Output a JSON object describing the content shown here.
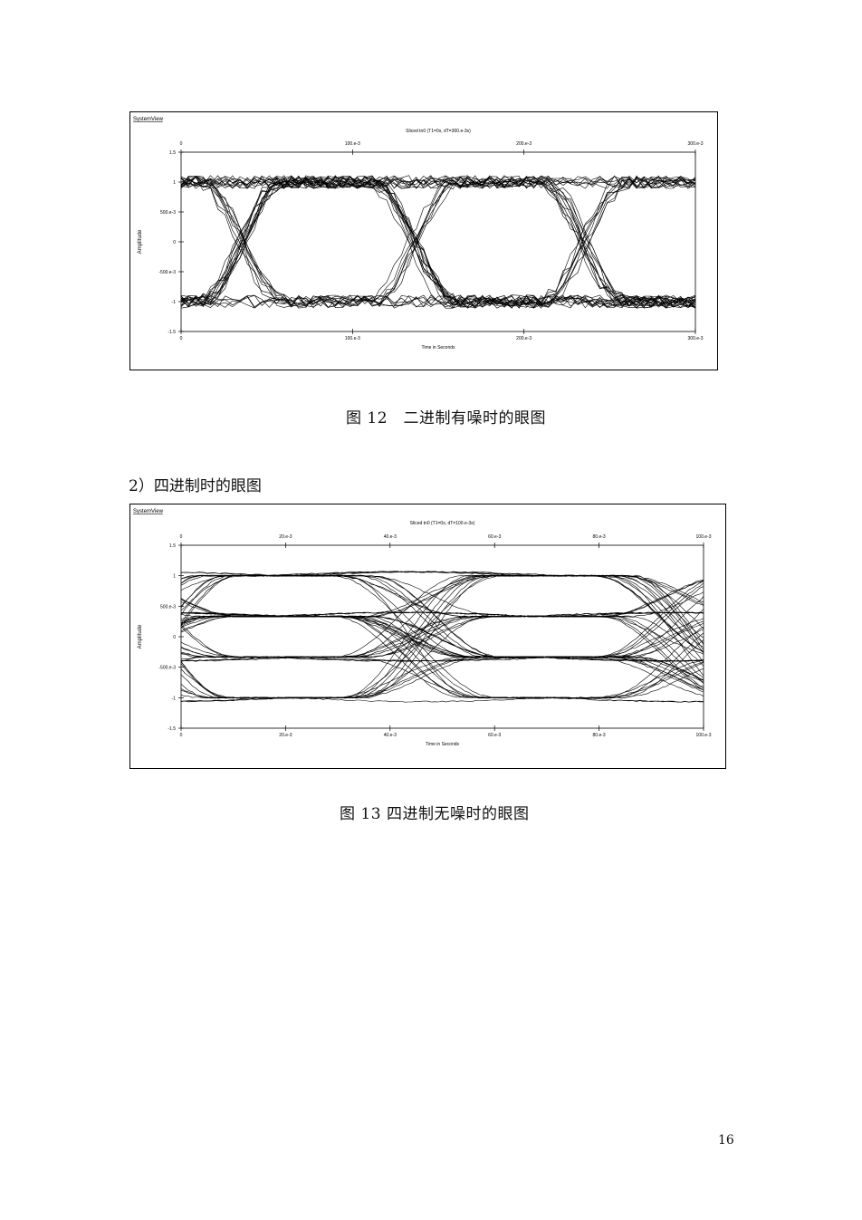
{
  "figures": [
    {
      "app_label": "SystemView",
      "chart_data": {
        "type": "line",
        "title": "Sliced tn0 (T1=0s, dT=300.e-3s)",
        "xlabel": "Time in Seconds",
        "ylabel": "Amplitude",
        "xlim": [
          0,
          0.3
        ],
        "ylim": [
          -1.5,
          1.5
        ],
        "x_ticks": [
          "0",
          "100.e-3",
          "200.e-3",
          "300.e-3"
        ],
        "y_ticks": [
          "1.5",
          "1",
          "500.e-3",
          "0",
          "-500.e-3",
          "-1",
          "-1.5"
        ],
        "eye": {
          "levels": [
            -1,
            1
          ],
          "symbol_period": 0.1,
          "first_crossing": 0.035,
          "noise": true,
          "traces": 36
        }
      },
      "caption": "图 12　二进制有噪时的眼图"
    },
    {
      "app_label": "SystemView",
      "chart_data": {
        "type": "line",
        "title": "Sliced tn0 (T1=0s, dT=100.e-3s)",
        "xlabel": "Time in Seconds",
        "ylabel": "Amplitude",
        "xlim": [
          0,
          0.1
        ],
        "ylim": [
          -1.5,
          1.5
        ],
        "x_ticks": [
          "0",
          "20.e-3",
          "40.e-3",
          "60.e-3",
          "80.e-3",
          "100.e-3"
        ],
        "y_ticks": [
          "1.5",
          "1",
          "500.e-3",
          "0",
          "-500.e-3",
          "-1",
          "-1.5"
        ],
        "eye": {
          "levels": [
            -1,
            -0.333,
            0.333,
            1
          ],
          "symbol_period": 0.05,
          "first_crossing": 0.045,
          "noise": false,
          "traces": 60
        }
      },
      "caption": "图 13 四进制无噪时的眼图"
    }
  ],
  "section_heading": "2）四进制时的眼图",
  "page_number": "16"
}
